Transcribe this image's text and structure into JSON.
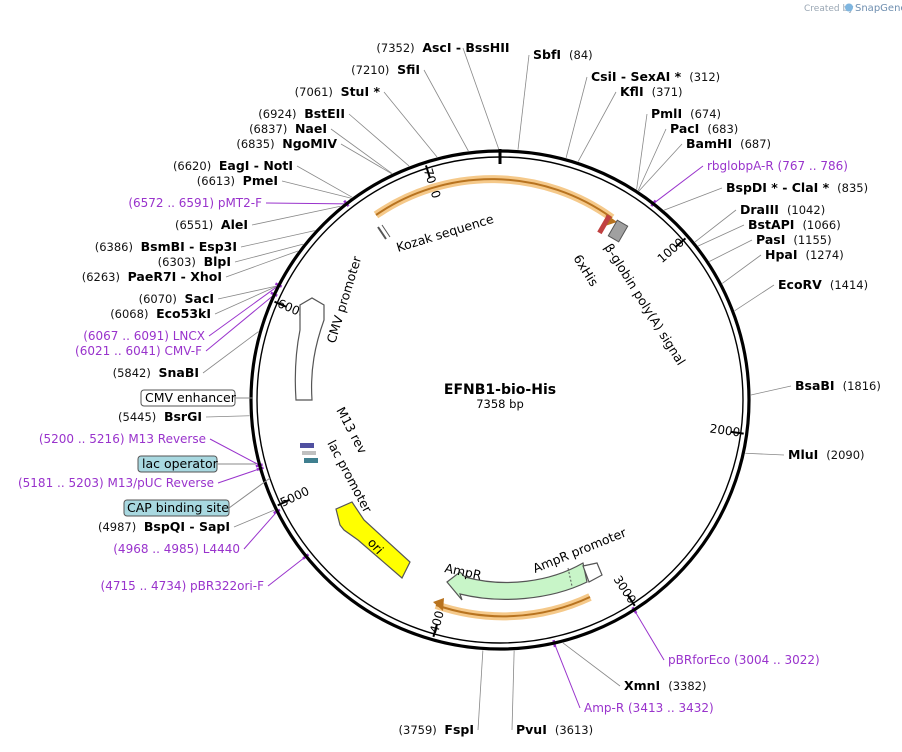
{
  "credit": "Created by",
  "brand": "SnapGene",
  "plasmid_name": "EFNB1-bio-His",
  "plasmid_length": "7358 bp",
  "bp_total": 7358,
  "colors": {
    "primer": "#9933cc",
    "backbone": "#000000",
    "ori": "#ffff00",
    "ampr": "#c8f5c8",
    "orf_halo": "#f5c98a",
    "boxed_feature": "#a8d8e0"
  },
  "ticks": [
    {
      "label": "1000",
      "bp": 1000
    },
    {
      "label": "2000",
      "bp": 2000
    },
    {
      "label": "3000",
      "bp": 3000
    },
    {
      "label": "4000",
      "bp": 4000
    },
    {
      "label": "5000",
      "bp": 5000
    },
    {
      "label": "6000",
      "bp": 6000
    },
    {
      "label": "7000",
      "bp": 7000
    }
  ],
  "enzyme_labels": [
    {
      "pos": "(7352)",
      "names": [
        "AscI",
        " - BssHII"
      ],
      "bp": 7352
    },
    {
      "pos": "(7210)",
      "names": [
        "SfiI"
      ],
      "bp": 7210
    },
    {
      "pos": "(7061)",
      "names": [
        "StuI *"
      ],
      "bp": 7061
    },
    {
      "pos": "(6924)",
      "names": [
        "BstEII"
      ],
      "bp": 6924
    },
    {
      "pos": "(6837)",
      "names": [
        "NaeI"
      ],
      "bp": 6837
    },
    {
      "pos": "(6835)",
      "names": [
        "NgoMIV"
      ],
      "bp": 6835
    },
    {
      "pos": "(6620)",
      "names": [
        "EagI",
        " - NotI"
      ],
      "bp": 6620
    },
    {
      "pos": "(6613)",
      "names": [
        "PmeI"
      ],
      "bp": 6613
    },
    {
      "pos": "(6551)",
      "names": [
        "AleI"
      ],
      "bp": 6551
    },
    {
      "pos": "(6386)",
      "names": [
        "BsmBI",
        " - Esp3I"
      ],
      "bp": 6386
    },
    {
      "pos": "(6303)",
      "names": [
        "BlpI"
      ],
      "bp": 6303
    },
    {
      "pos": "(6263)",
      "names": [
        "PaeR7I",
        " - XhoI"
      ],
      "bp": 6263
    },
    {
      "pos": "(6070)",
      "names": [
        "SacI"
      ],
      "bp": 6070
    },
    {
      "pos": "(6068)",
      "names": [
        "Eco53kI"
      ],
      "bp": 6068
    },
    {
      "pos": "(5842)",
      "names": [
        "SnaBI"
      ],
      "bp": 5842
    },
    {
      "pos": "(5445)",
      "names": [
        "BsrGI"
      ],
      "bp": 5445
    },
    {
      "pos": "(4987)",
      "names": [
        "BspQI",
        " - SapI"
      ],
      "bp": 4987
    },
    {
      "pos": "(3759)",
      "names": [
        "FspI"
      ],
      "bp": 3759
    },
    {
      "pos": "(3613)",
      "names": [
        "PvuI"
      ],
      "bp": 3613
    },
    {
      "pos": "(3382)",
      "names": [
        "XmnI"
      ],
      "bp": 3382
    },
    {
      "pos": "(2090)",
      "names": [
        "MluI"
      ],
      "bp": 2090
    },
    {
      "pos": "(1816)",
      "names": [
        "BsaBI"
      ],
      "bp": 1816
    },
    {
      "pos": "(1414)",
      "names": [
        "EcoRV"
      ],
      "bp": 1414
    },
    {
      "pos": "(1274)",
      "names": [
        "HpaI"
      ],
      "bp": 1274
    },
    {
      "pos": "(1155)",
      "names": [
        "PasI"
      ],
      "bp": 1155
    },
    {
      "pos": "(1066)",
      "names": [
        "BstAPI"
      ],
      "bp": 1066
    },
    {
      "pos": "(1042)",
      "names": [
        "DraIII"
      ],
      "bp": 1042
    },
    {
      "pos": "(835)",
      "names": [
        "BspDI *",
        " - ClaI *"
      ],
      "bp": 835
    },
    {
      "pos": "(687)",
      "names": [
        "BamHI"
      ],
      "bp": 687
    },
    {
      "pos": "(683)",
      "names": [
        "PacI"
      ],
      "bp": 683
    },
    {
      "pos": "(674)",
      "names": [
        "PmlI"
      ],
      "bp": 674
    },
    {
      "pos": "(371)",
      "names": [
        "KflI"
      ],
      "bp": 371
    },
    {
      "pos": "(312)",
      "names": [
        "CsiI",
        " - SexAI *"
      ],
      "bp": 312
    },
    {
      "pos": "(84)",
      "names": [
        "SbfI"
      ],
      "bp": 84
    }
  ],
  "primer_labels": [
    {
      "text": "(6572 .. 6591)  pMT2-F",
      "bp": 6581
    },
    {
      "text": "(6067 .. 6091)  LNCX",
      "bp": 6079
    },
    {
      "text": "(6021 .. 6041)  CMV-F",
      "bp": 6031
    },
    {
      "text": "(5200 .. 5216)  M13 Reverse",
      "bp": 5208
    },
    {
      "text": "(5181 .. 5203)  M13/pUC Reverse",
      "bp": 5192
    },
    {
      "text": "(4968 .. 4985)  L4440",
      "bp": 4976
    },
    {
      "text": "(4715 .. 4734)  pBR322ori-F",
      "bp": 4724
    },
    {
      "text": "rbglobpA-R   (767 .. 786)",
      "bp": 776
    },
    {
      "text": "pBRforEco   (3004 .. 3022)",
      "bp": 3013
    },
    {
      "text": "Amp-R   (3413 .. 3432)",
      "bp": 3422
    }
  ],
  "boxed_features": [
    "CMV enhancer",
    "lac operator",
    "CAP binding site"
  ],
  "features": {
    "kozak": "Kozak sequence",
    "his": "6xHis",
    "globin": "β-globin poly(A) signal",
    "cmv_promoter": "CMV promoter",
    "m13_rev": "M13 rev",
    "lac_promoter": "lac promoter",
    "ori": "ori",
    "ampr": "AmpR",
    "ampr_promoter": "AmpR promoter"
  }
}
